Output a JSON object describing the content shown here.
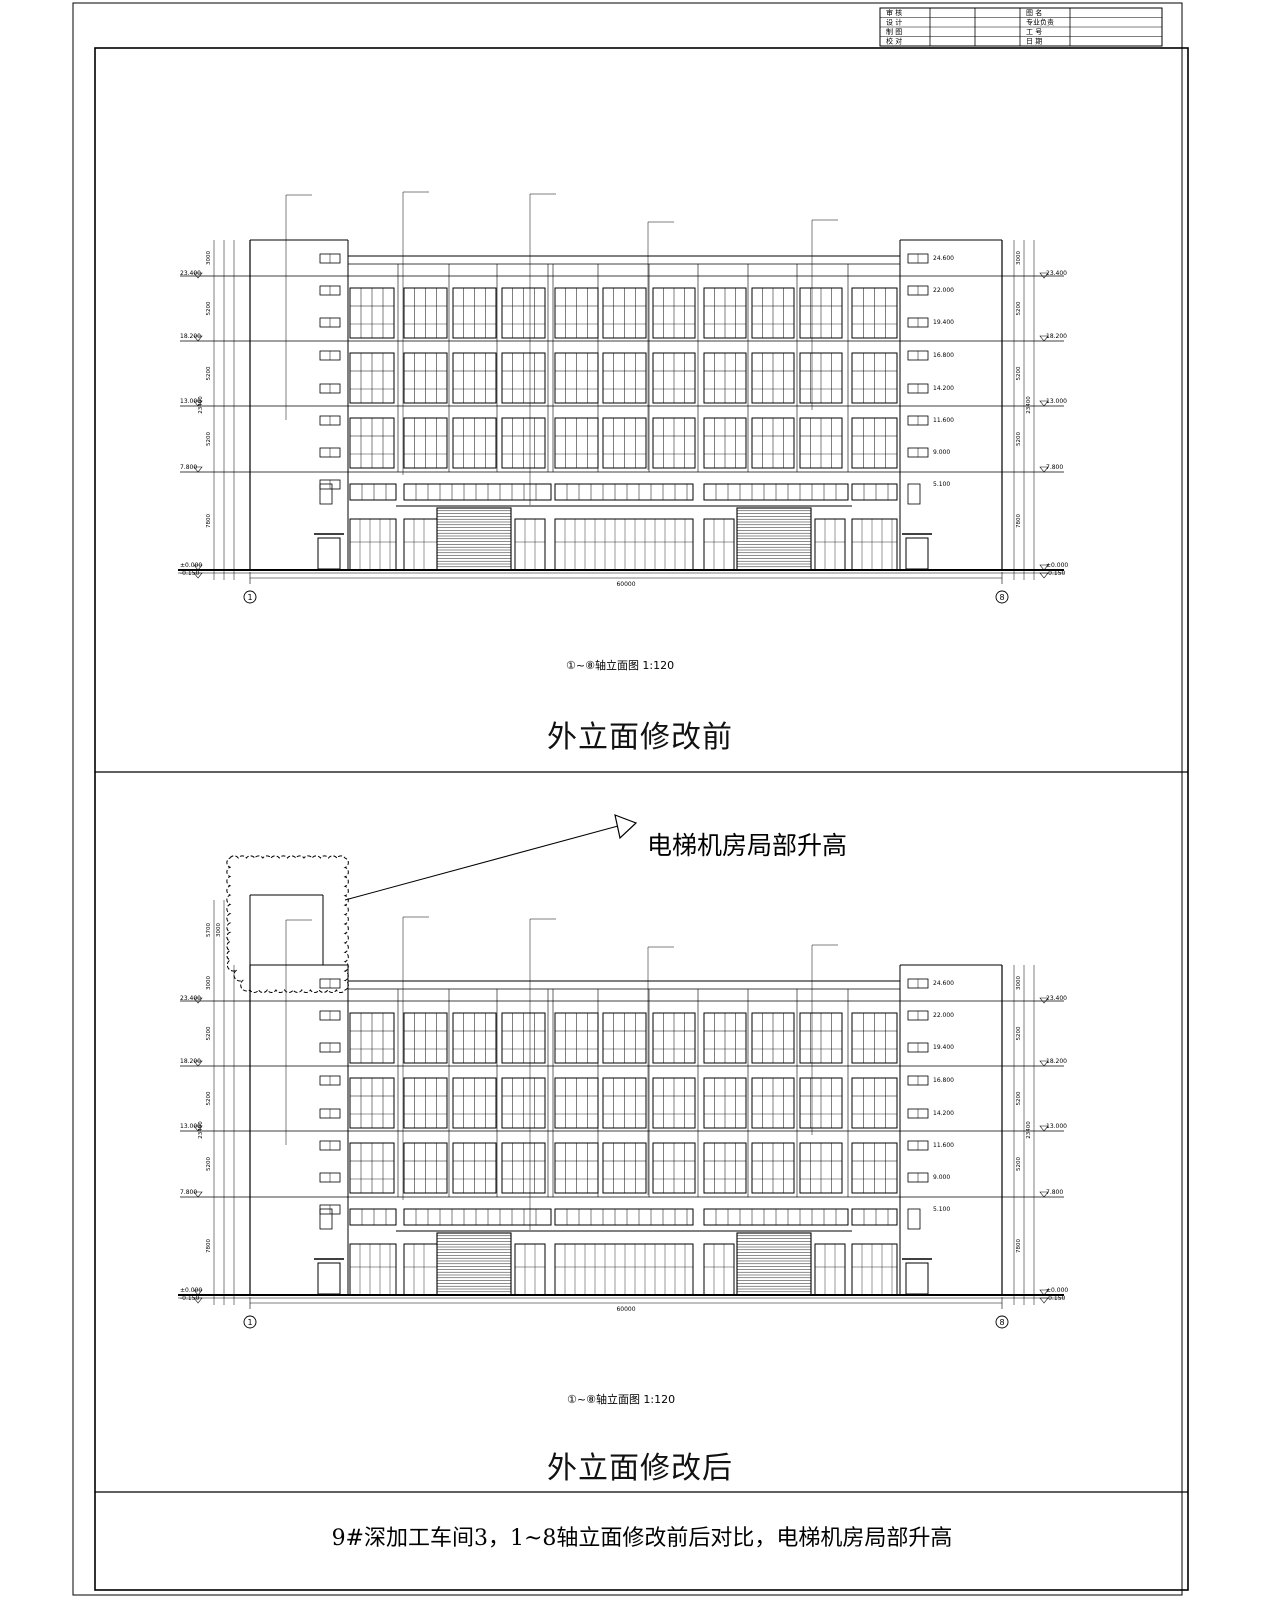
{
  "title_block": {
    "rows": [
      [
        "审 核",
        "",
        "",
        "图 名",
        ""
      ],
      [
        "设 计",
        "",
        "",
        "专业负责",
        ""
      ],
      [
        "制 图",
        "",
        "",
        "工 号",
        ""
      ],
      [
        "校 对",
        "",
        "",
        "日 期",
        ""
      ]
    ]
  },
  "drawings": [
    {
      "id": "before",
      "caption": "外立面修改前",
      "view_label": "①~⑧轴立面图 1:120",
      "axis_start": "1",
      "axis_end": "8",
      "overall_width": "60000",
      "left_levels": [
        "23.400",
        "18.200",
        "13.000",
        "7.800",
        "±0.000",
        "-0.150"
      ],
      "right_levels": [
        "23.400",
        "18.200",
        "13.000",
        "7.800",
        "±0.000",
        "-0.150"
      ],
      "stair_levels": [
        "24.600",
        "22.000",
        "19.400",
        "16.800",
        "14.200",
        "11.600",
        "9.000",
        "5.100"
      ],
      "total_height": "23400",
      "left_dims": [
        "3000",
        "5200",
        "5200",
        "5200",
        "7800"
      ],
      "right_dims": [
        "3000",
        "5200",
        "5200",
        "5200",
        "7800"
      ]
    },
    {
      "id": "after",
      "caption": "外立面修改后",
      "view_label": "①~⑧轴立面图 1:120",
      "axis_start": "1",
      "axis_end": "8",
      "overall_width": "60000",
      "left_levels": [
        "23.400",
        "18.200",
        "13.000",
        "7.800",
        "±0.000",
        "-0.150"
      ],
      "right_levels": [
        "23.400",
        "18.200",
        "13.000",
        "7.800",
        "±0.000",
        "-0.150"
      ],
      "stair_levels": [
        "24.600",
        "22.000",
        "19.400",
        "16.800",
        "14.200",
        "11.600",
        "9.000",
        "5.100"
      ],
      "total_height": "23400",
      "left_dims": [
        "3000",
        "5200",
        "5200",
        "5200",
        "7800"
      ],
      "right_dims": [
        "3000",
        "5200",
        "5200",
        "5200",
        "7800"
      ],
      "raised_dims": [
        "5700",
        "3000"
      ]
    }
  ],
  "callout": "电梯机房局部升高",
  "footer": "9#深加工车间3，1~8轴立面修改前后对比，电梯机房局部升高"
}
